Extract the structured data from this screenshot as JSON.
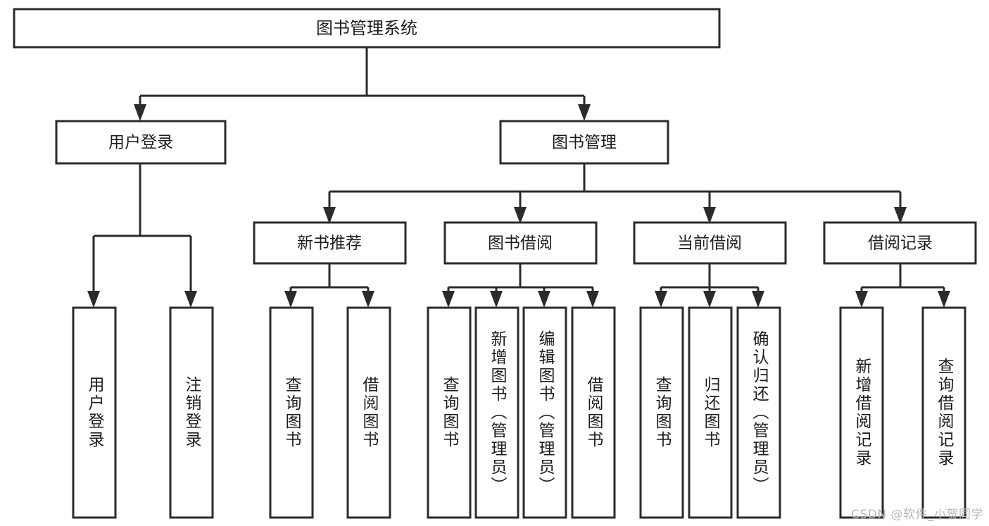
{
  "diagram": {
    "type": "tree-hierarchy",
    "title": "图书管理系统",
    "watermark": "CSDN @软件_小贺同学",
    "colors": {
      "background": "#ffffff",
      "stroke": "#2b2b2b",
      "box_fill": "#ffffff",
      "text": "#1d1d1d",
      "watermark": "#b8b8b8"
    },
    "levels": {
      "root": {
        "label": "图书管理系统"
      },
      "tier2": [
        {
          "id": "user-login",
          "label": "用户登录"
        },
        {
          "id": "book-management",
          "label": "图书管理"
        }
      ],
      "tier3": [
        {
          "id": "new-book-recommend",
          "label": "新书推荐",
          "parent": "book-management"
        },
        {
          "id": "book-borrow",
          "label": "图书借阅",
          "parent": "book-management"
        },
        {
          "id": "current-borrow",
          "label": "当前借阅",
          "parent": "book-management"
        },
        {
          "id": "borrow-record",
          "label": "借阅记录",
          "parent": "book-management"
        }
      ],
      "leaves": {
        "user-login": [
          {
            "id": "leaf-user-login",
            "label": "用户登录"
          },
          {
            "id": "leaf-logout-login",
            "label": "注销登录"
          }
        ],
        "new-book-recommend": [
          {
            "id": "leaf-query-book-1",
            "label": "查询图书"
          },
          {
            "id": "leaf-borrow-book-1",
            "label": "借阅图书"
          }
        ],
        "book-borrow": [
          {
            "id": "leaf-query-book-2",
            "label": "查询图书"
          },
          {
            "id": "leaf-add-book",
            "label": "新增图书（管理员）"
          },
          {
            "id": "leaf-edit-book",
            "label": "编辑图书（管理员）"
          },
          {
            "id": "leaf-borrow-book-2",
            "label": "借阅图书"
          }
        ],
        "current-borrow": [
          {
            "id": "leaf-query-book-3",
            "label": "查询图书"
          },
          {
            "id": "leaf-return-book",
            "label": "归还图书"
          },
          {
            "id": "leaf-confirm-return",
            "label": "确认归还（管理员）"
          }
        ],
        "borrow-record": [
          {
            "id": "leaf-add-record",
            "label": "新增借阅记录"
          },
          {
            "id": "leaf-query-record",
            "label": "查询借阅记录"
          }
        ]
      }
    }
  }
}
